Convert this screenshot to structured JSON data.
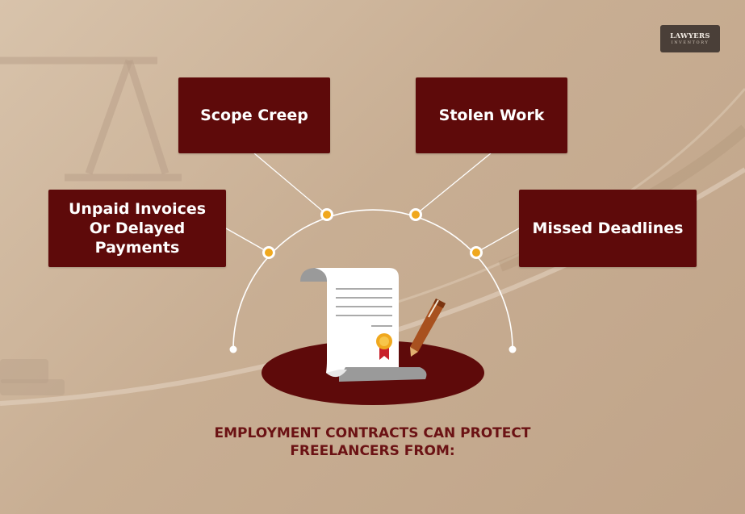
{
  "logo": {
    "main": "LAWYERS",
    "sub": "INVENTORY"
  },
  "boxes": {
    "scope_creep": "Scope Creep",
    "stolen_work": "Stolen Work",
    "unpaid": "Unpaid Invoices\nOr Delayed\nPayments",
    "missed_deadlines": "Missed Deadlines"
  },
  "caption": {
    "line1": "EMPLOYMENT CONTRACTS CAN PROTECT",
    "line2": "FREELANCERS FROM:"
  },
  "colors": {
    "box": "#5e0a0a",
    "caption": "#6b1214",
    "node": "#f0a81e",
    "background": "#c8ae93"
  }
}
